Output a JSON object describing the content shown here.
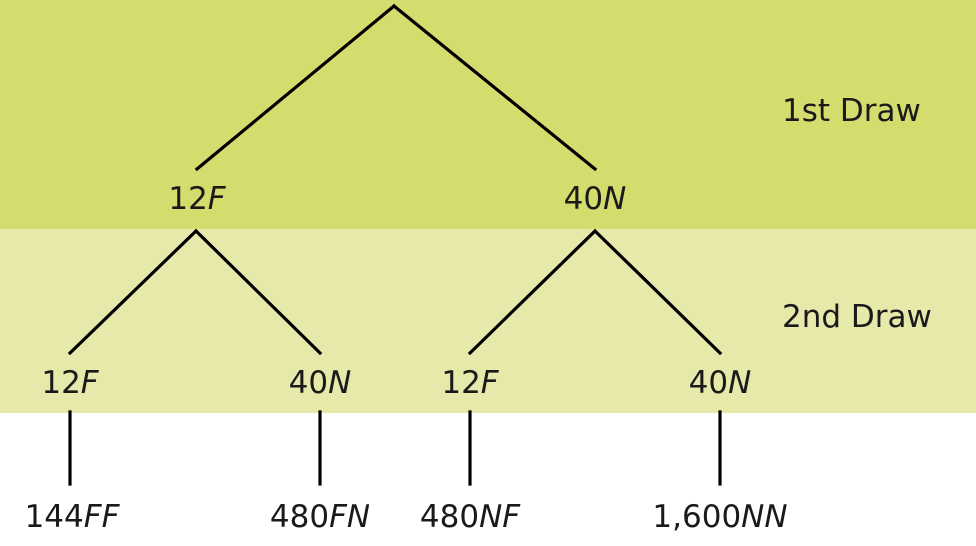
{
  "rows": {
    "first": "1st Draw",
    "second": "2nd Draw"
  },
  "tree": {
    "level1": [
      {
        "num": "12",
        "sym": "F"
      },
      {
        "num": "40",
        "sym": "N"
      }
    ],
    "level2": [
      {
        "num": "12",
        "sym": "F"
      },
      {
        "num": "40",
        "sym": "N"
      },
      {
        "num": "12",
        "sym": "F"
      },
      {
        "num": "40",
        "sym": "N"
      }
    ],
    "outcomes": [
      {
        "num": "144",
        "sym": "FF"
      },
      {
        "num": "480",
        "sym": "FN"
      },
      {
        "num": "480",
        "sym": "NF"
      },
      {
        "num": "1,600",
        "sym": "NN"
      }
    ]
  },
  "colors": {
    "band_first": "#d5dc6e",
    "band_second": "#e7e9aa",
    "line": "#000000"
  }
}
